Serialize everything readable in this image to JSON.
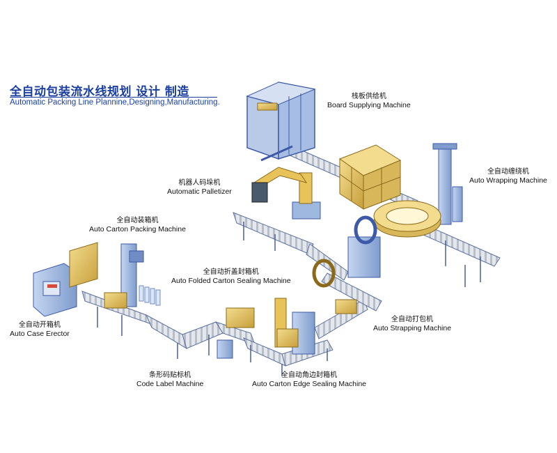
{
  "title": {
    "zh": "全自动包装流水线规划 设计 制造",
    "en": "Automatic Packing Line Plannine,Designing,Manufacturing."
  },
  "machines": [
    {
      "id": "board-supplying",
      "zh": "栈板供给机",
      "en": "Board Supplying Machine"
    },
    {
      "id": "auto-wrapping",
      "zh": "全自动缠绕机",
      "en": "Auto Wrapping Machine"
    },
    {
      "id": "automatic-palletizer",
      "zh": "机器人码垛机",
      "en": "Automatic Palletizer"
    },
    {
      "id": "auto-carton-packing",
      "zh": "全自动装箱机",
      "en": "Auto Carton Packing Machine"
    },
    {
      "id": "auto-folded-carton-sealing",
      "zh": "全自动折盖封箱机",
      "en": "Auto Folded Carton Sealing Machine"
    },
    {
      "id": "auto-case-erector",
      "zh": "全自动开箱机",
      "en": "Auto Case Erector"
    },
    {
      "id": "auto-strapping",
      "zh": "全自动打包机",
      "en": "Auto Strapping Machine"
    },
    {
      "id": "code-label",
      "zh": "条形码贴标机",
      "en": "Code Label Machine"
    },
    {
      "id": "auto-carton-edge-sealing",
      "zh": "全自动角边封箱机",
      "en": "Auto Carton Edge Sealing Machine"
    }
  ],
  "colors": {
    "title": "#1a3fa0",
    "frame": "#3d5aa8",
    "machine_body": "#9fb8e0",
    "carton": "#e3c46a",
    "roller": "#c9ced6"
  }
}
